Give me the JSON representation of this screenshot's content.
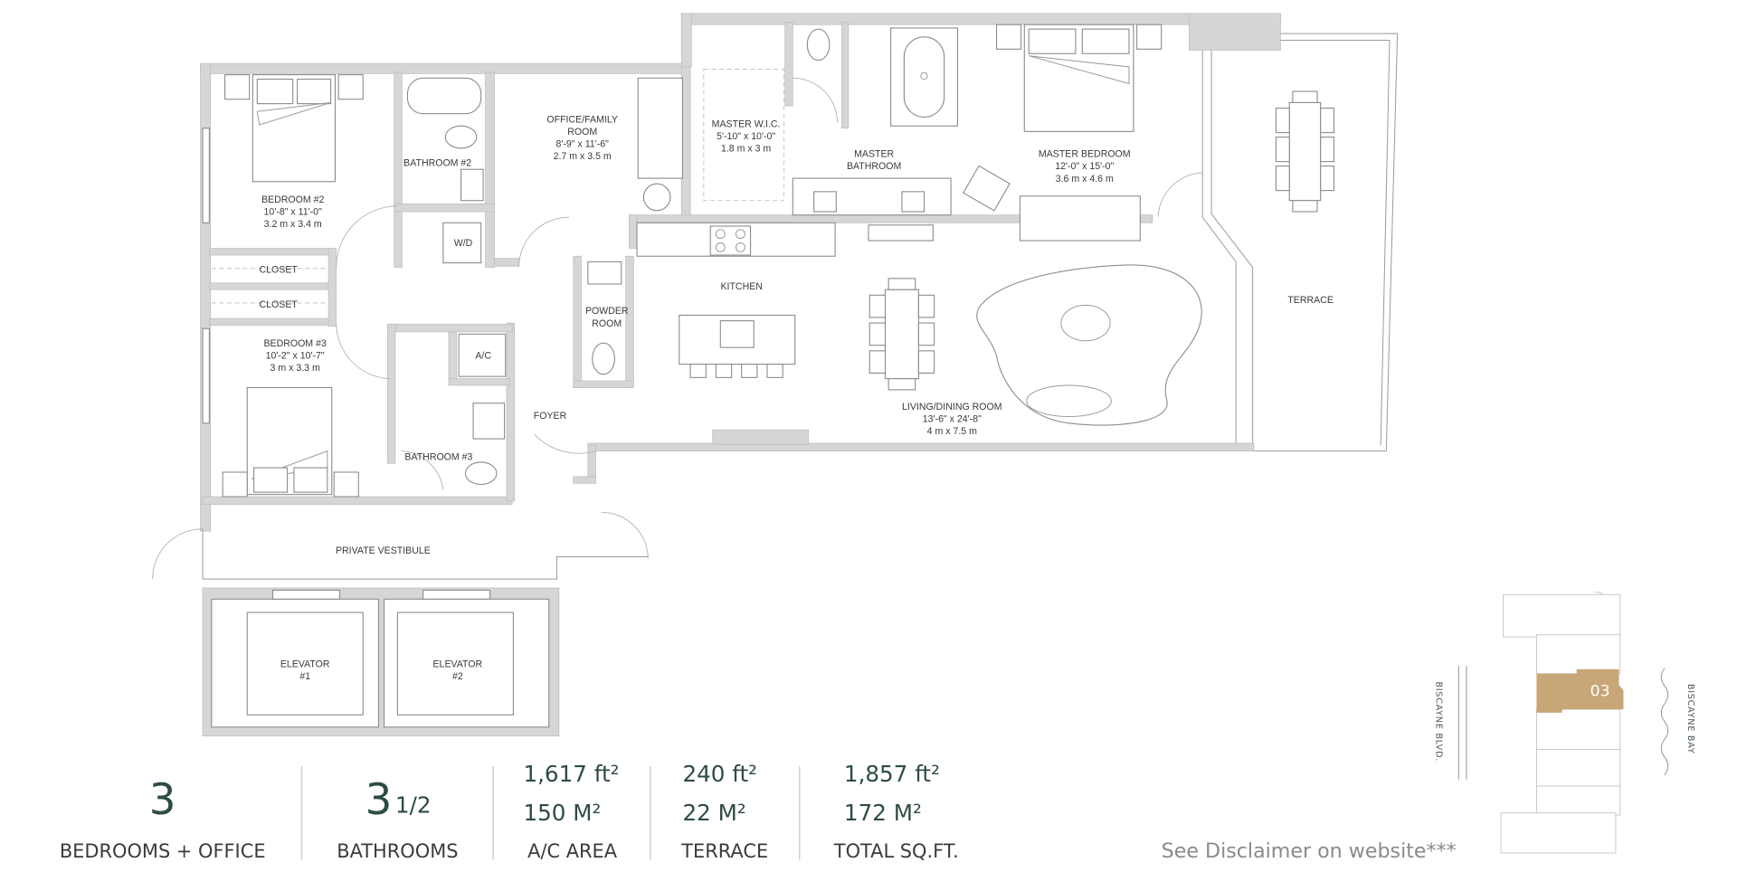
{
  "rooms": {
    "bedroom2": {
      "name": "BEDROOM #2",
      "imperial": "10'-8\" x 11'-0\"",
      "metric": "3.2 m x 3.4 m"
    },
    "bathroom2": {
      "name": "BATHROOM #2"
    },
    "wd": {
      "name": "W/D"
    },
    "closet1": {
      "name": "CLOSET"
    },
    "closet2": {
      "name": "CLOSET"
    },
    "office": {
      "name_line1": "OFFICE/FAMILY",
      "name_line2": "ROOM",
      "imperial": "8'-9\" x 11'-6\"",
      "metric": "2.7 m x 3.5 m"
    },
    "master_wic": {
      "name": "MASTER W.I.C.",
      "imperial": "5'-10\" x 10'-0\"",
      "metric": "1.8 m x 3 m"
    },
    "master_bath": {
      "name_line1": "MASTER",
      "name_line2": "BATHROOM"
    },
    "master_bedroom": {
      "name": "MASTER BEDROOM",
      "imperial": "12'-0\" x 15'-0\"",
      "metric": "3.6 m x 4.6 m"
    },
    "terrace": {
      "name": "TERRACE"
    },
    "kitchen": {
      "name": "KITCHEN"
    },
    "powder": {
      "name_line1": "POWDER",
      "name_line2": "ROOM"
    },
    "bedroom3": {
      "name": "BEDROOM #3",
      "imperial": "10'-2\" x 10'-7\"",
      "metric": "3 m x 3.3 m"
    },
    "ac": {
      "name": "A/C"
    },
    "bathroom3": {
      "name": "BATHROOM #3"
    },
    "foyer": {
      "name": "FOYER"
    },
    "living": {
      "name": "LIVING/DINING ROOM",
      "imperial": "13'-6\" x 24'-8\"",
      "metric": "4 m x 7.5 m"
    },
    "vestibule": {
      "name": "PRIVATE VESTIBULE"
    },
    "elevator1": {
      "name": "ELEVATOR",
      "number": "#1"
    },
    "elevator2": {
      "name": "ELEVATOR",
      "number": "#2"
    }
  },
  "stats": {
    "bedrooms": {
      "value": "3",
      "label": "BEDROOMS + OFFICE"
    },
    "bathrooms": {
      "value": "3",
      "fraction": "1/2",
      "label": "BATHROOMS"
    },
    "ac_area": {
      "sqft": "1,617 ft²",
      "sqm": "150 M²",
      "label": "A/C AREA"
    },
    "terrace": {
      "sqft": "240 ft²",
      "sqm": "22 M²",
      "label": "TERRACE"
    },
    "total": {
      "sqft": "1,857 ft²",
      "sqm": "172 M²",
      "label": "TOTAL SQ.FT."
    }
  },
  "keyplate": {
    "unit": "03",
    "street": "BISCAYNE BLVD.",
    "water": "BISCAYNE BAY",
    "highlight_color": "#c8a677"
  },
  "disclaimer": "See Disclaimer on website***",
  "colors": {
    "accent_green": "#2e4d3f",
    "wall_gray": "#d6d6d6"
  }
}
